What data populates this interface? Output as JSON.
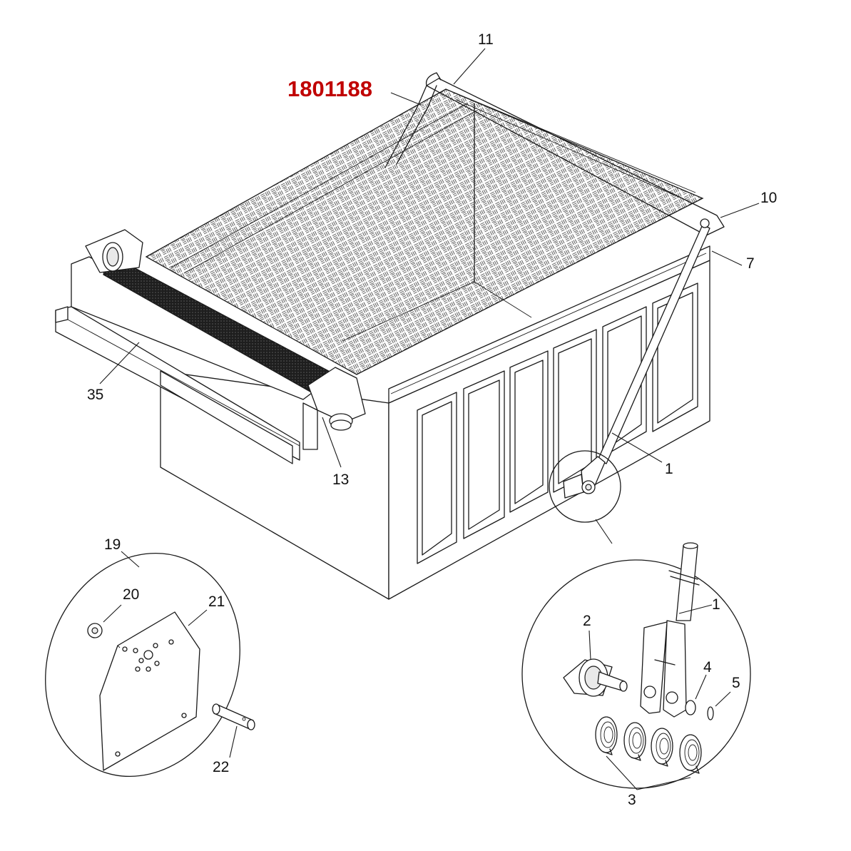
{
  "highlight_part": {
    "text": "1801188",
    "color": "#c00000"
  },
  "callouts": {
    "c11": "11",
    "c10": "10",
    "c7": "7",
    "c35": "35",
    "c13": "13",
    "c1_main": "1",
    "c19": "19",
    "c20": "20",
    "c21": "21",
    "c22": "22",
    "c1_detail": "1",
    "c2": "2",
    "c4": "4",
    "c5": "5",
    "c3": "3"
  },
  "colors": {
    "line": "#1a1a1a",
    "background": "#ffffff",
    "roller": "#2a2a2a"
  }
}
